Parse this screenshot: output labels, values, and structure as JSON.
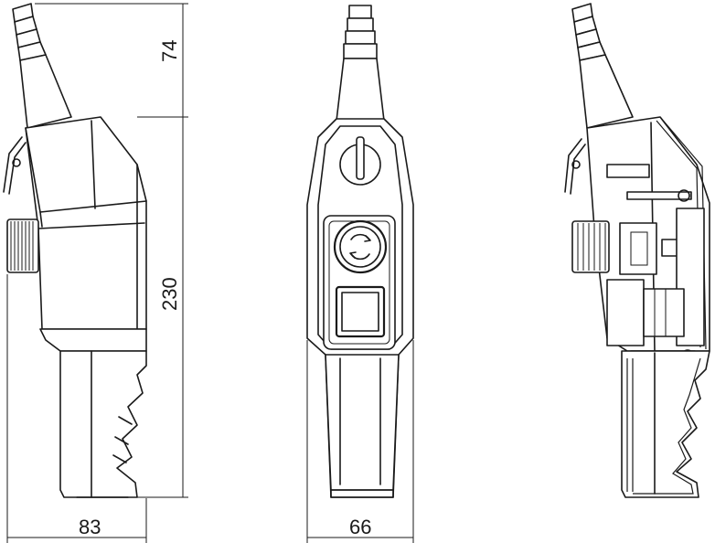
{
  "dimensions": {
    "cable_gland_height": "74",
    "body_height": "230",
    "side_depth": "83",
    "front_width": "66"
  },
  "views": [
    "side-view",
    "front-view",
    "section-view"
  ],
  "colors": {
    "line": "#1a1a1a",
    "background": "#ffffff"
  }
}
